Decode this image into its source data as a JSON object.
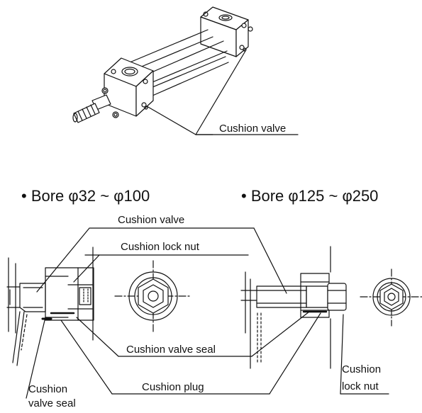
{
  "top_callout": {
    "cushion_valve": "Cushion valve"
  },
  "headings": {
    "left": "• Bore  φ32 ~  φ100",
    "right": "• Bore  φ125 ~  φ250"
  },
  "labels": {
    "cushion_valve": "Cushion valve",
    "cushion_lock_nut": "Cushion lock nut",
    "cushion_valve_seal": "Cushion valve seal",
    "cushion_plug": "Cushion plug",
    "seal_left_line1": "Cushion",
    "seal_left_line2": "valve seal",
    "locknut_right_line1": "Cushion",
    "locknut_right_line2": "lock nut"
  }
}
